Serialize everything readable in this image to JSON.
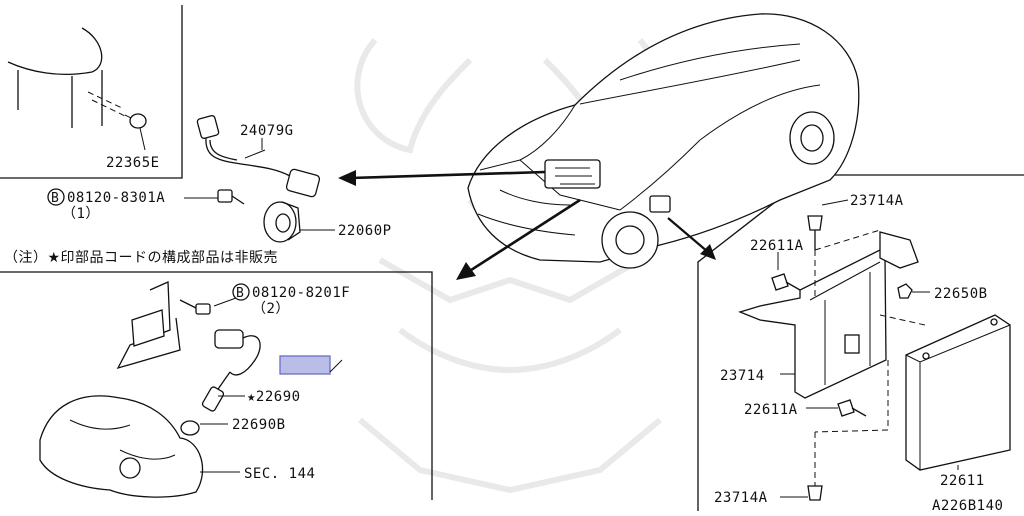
{
  "diagram": {
    "note": "（注）★印部品コードの構成部品は非販売",
    "code": "A226B140",
    "parts": {
      "clip": "22365E",
      "harness": "24079G",
      "bolt_a": "08120-8301A",
      "bolt_a_qty": "（1）",
      "knock_sensor": "22060P",
      "bolt_f": "08120-8201F",
      "bolt_f_qty": "（2）",
      "o2_sensor": "★22690",
      "gasket": "22690B",
      "section_ref": "SEC. 144",
      "screw_top": "23714A",
      "screw_mid_left": "22611A",
      "nut": "22650B",
      "bracket": "23714",
      "screw_lower": "22611A",
      "ecu": "22611",
      "screw_bottom": "23714A"
    },
    "markers": {
      "bolt_symbol": "B"
    }
  }
}
